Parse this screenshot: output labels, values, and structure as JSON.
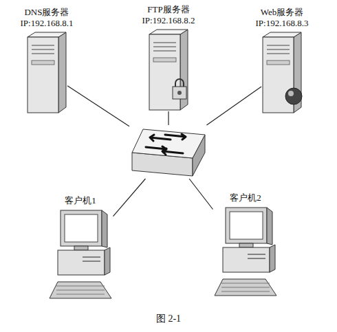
{
  "diagram": {
    "caption": "图 2-1",
    "nodes": [
      {
        "text": [
          "DNS服务器",
          "IP:192.168.8.1"
        ]
      },
      {
        "text": [
          "FTP服务器",
          "IP:192.168.8.2"
        ]
      },
      {
        "text": [
          "Web服务器",
          "IP:192.168.8.3"
        ]
      },
      {
        "text": []
      },
      {
        "text": [
          "客户机1"
        ]
      },
      {
        "text": [
          "客户机2"
        ]
      }
    ],
    "edges": [
      {
        "from": 0,
        "to": 3,
        "arrow": "none"
      },
      {
        "from": 1,
        "to": 3,
        "arrow": "none"
      },
      {
        "from": 2,
        "to": 3,
        "arrow": "none"
      },
      {
        "from": 4,
        "to": 3,
        "arrow": "none"
      },
      {
        "from": 5,
        "to": 3,
        "arrow": "none"
      }
    ]
  }
}
